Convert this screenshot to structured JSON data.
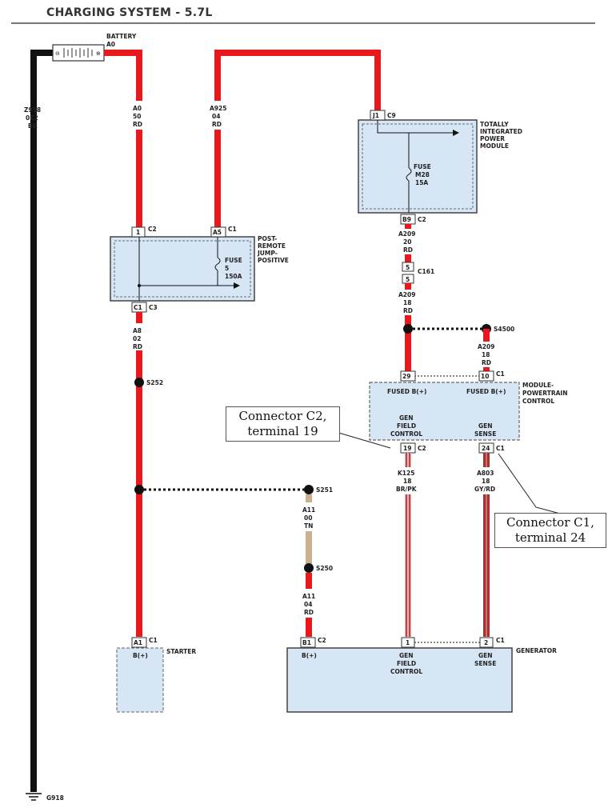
{
  "title": "CHARGING SYSTEM - 5.7L",
  "colors": {
    "red_wire": "#e8191a",
    "black_wire": "#111111",
    "tan_wire": "#c9b08e",
    "module_fill": "#d6e6f5",
    "brown_stripe": "#9b2b2b"
  },
  "components": {
    "battery": {
      "name": "BATTERY",
      "sub": "A0"
    },
    "tipm": {
      "line1": "TOTALLY",
      "line2": "INTEGRATED",
      "line3": "POWER",
      "line4": "MODULE",
      "fuse_label": "FUSE",
      "fuse_id": "M28",
      "fuse_rating": "15A",
      "pin_in": "J1",
      "conn_in": "C9",
      "pin_out": "B9",
      "conn_out": "C2"
    },
    "post": {
      "line1": "POST-",
      "line2": "REMOTE",
      "line3": "JUMP-",
      "line4": "POSITIVE",
      "fuse_label": "FUSE",
      "fuse_id": "5",
      "fuse_rating": "150A",
      "pin1": "1",
      "conn1": "C2",
      "pin2": "A5",
      "conn2": "C1",
      "pin3": "C1",
      "conn3": "C3"
    },
    "pcm": {
      "line1": "MODULE-",
      "line2": "POWERTRAIN",
      "line3": "CONTROL",
      "fused_b1": "FUSED B(+)",
      "fused_b2": "FUSED B(+)",
      "gen_field_1": "GEN",
      "gen_field_2": "FIELD",
      "gen_field_3": "CONTROL",
      "gen_sense_1": "GEN",
      "gen_sense_2": "SENSE",
      "pin29": "29",
      "pin10": "10",
      "conn_top": "C1",
      "pin19": "19",
      "conn19": "C2",
      "pin24": "24",
      "conn24": "C1"
    },
    "starter": {
      "name": "STARTER",
      "bplus": "B(+)",
      "pin": "A1",
      "conn": "C1"
    },
    "generator": {
      "name": "GENERATOR",
      "bplus": "B(+)",
      "field1": "GEN",
      "field2": "FIELD",
      "field3": "CONTROL",
      "sense1": "GEN",
      "sense2": "SENSE",
      "pin_b": "B1",
      "conn_b": "C2",
      "pin1": "1",
      "pin2": "2",
      "conn_r": "C1"
    }
  },
  "wires": {
    "z918": {
      "code": "Z918",
      "gauge": "0E2",
      "color": "BK"
    },
    "a0": {
      "code": "A0",
      "gauge": "50",
      "color": "RD"
    },
    "a925": {
      "code": "A925",
      "gauge": "04",
      "color": "RD"
    },
    "a8": {
      "code": "A8",
      "gauge": "02",
      "color": "RD"
    },
    "a209a": {
      "code": "A209",
      "gauge": "20",
      "color": "RD"
    },
    "a209b": {
      "code": "A209",
      "gauge": "18",
      "color": "RD"
    },
    "a209c": {
      "code": "A209",
      "gauge": "18",
      "color": "RD"
    },
    "k125": {
      "code": "K125",
      "gauge": "18",
      "color": "BR/PK"
    },
    "a803": {
      "code": "A803",
      "gauge": "18",
      "color": "GY/RD"
    },
    "a11a": {
      "code": "A11",
      "gauge": "00",
      "color": "TN"
    },
    "a11b": {
      "code": "A11",
      "gauge": "04",
      "color": "RD"
    }
  },
  "splices": {
    "s252": "S252",
    "s251": "S251",
    "s250": "S250",
    "s4500": "S4500"
  },
  "connector_c161": {
    "name": "C161",
    "pin_top": "5",
    "pin_bottom": "5"
  },
  "ground": {
    "name": "G918"
  },
  "callouts": {
    "c2": {
      "line1": "Connector C2,",
      "line2": "terminal 19"
    },
    "c1": {
      "line1": "Connector C1,",
      "line2": "terminal 24"
    }
  }
}
